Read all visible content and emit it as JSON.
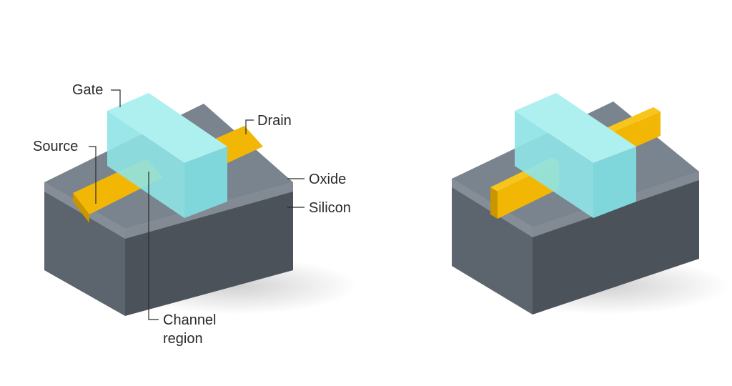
{
  "labels": {
    "gate": "Gate",
    "source": "Source",
    "drain": "Drain",
    "oxide": "Oxide",
    "silicon": "Silicon",
    "channel_line1": "Channel",
    "channel_line2": "region"
  },
  "colors": {
    "background": "#ffffff",
    "silicon_top": "#7c8690",
    "silicon_left": "#5c646d",
    "silicon_right": "#4b525a",
    "oxide": "#8c959e",
    "gate_top": "#aef0f0",
    "gate_front": "#8fe3e6",
    "gate_side": "#7fd6db",
    "doped_yellow": "#f2b705",
    "label_text": "#2a2a2a"
  }
}
